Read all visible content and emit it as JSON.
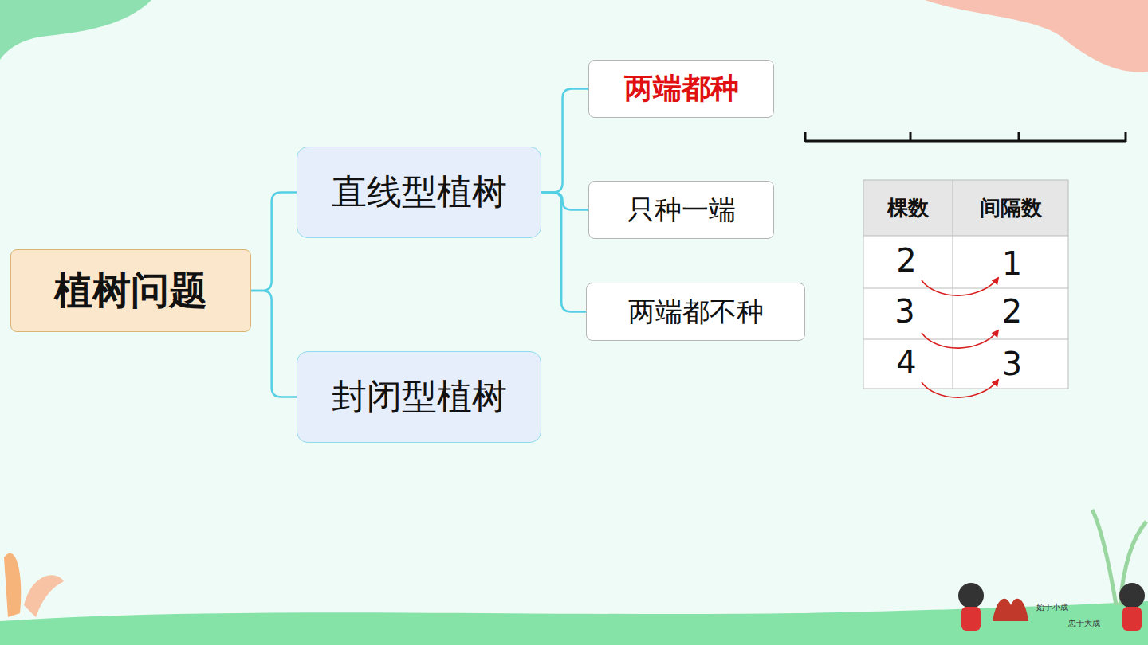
{
  "diagram": {
    "nodes": [
      {
        "text": [
          "植树问题"
        ]
      },
      {
        "text": [
          "直线型植树"
        ]
      },
      {
        "text": [
          "两端都种"
        ]
      },
      {
        "text": [
          "只种一端"
        ]
      },
      {
        "text": [
          "两端都不种"
        ]
      },
      {
        "text": [
          "封闭型植树"
        ]
      }
    ],
    "edges": [
      {
        "from": 0,
        "to": 1,
        "arrow": "none"
      },
      {
        "from": 0,
        "to": 5,
        "arrow": "none"
      },
      {
        "from": 1,
        "to": 2,
        "arrow": "none"
      },
      {
        "from": 1,
        "to": 3,
        "arrow": "none"
      },
      {
        "from": 1,
        "to": 4,
        "arrow": "none"
      }
    ],
    "labels": [
      "棵数",
      "间隔数",
      "2",
      "1",
      "3",
      "2",
      "4",
      "3",
      "始于小成",
      "忠于大成"
    ]
  }
}
